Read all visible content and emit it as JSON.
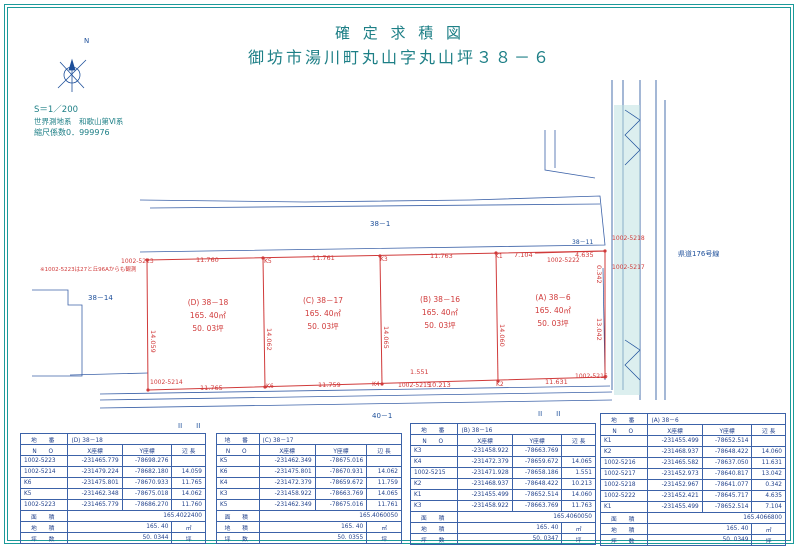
{
  "title": {
    "line1": "確 定 求 積 図",
    "line2": "御坊市湯川町丸山字丸山坪３８－６"
  },
  "meta": {
    "scale": "S＝1／200",
    "system": "世界測地系　和歌山第Ⅵ系",
    "factor": "縮尺係数0．999976"
  },
  "north": "N",
  "labels": {
    "top_lot": "38－1",
    "left_lot": "38－14",
    "bottom_road": "40－1",
    "right_road": "県道176号線",
    "note": "※1002-5223は27と丘96Aからも観測",
    "road_marks": "II　　II",
    "top_small": "38－11"
  },
  "points": {
    "p1": "1002-5223",
    "p2": "1002-5222",
    "p3": "1002-5214",
    "p4": "1002-5215",
    "p5": "1002-5216",
    "p6": "1002-5217",
    "p7": "1002-5218",
    "k1": "K1",
    "k2": "K2",
    "k3": "K3",
    "k4": "K4",
    "k5": "K5",
    "k6": "K6"
  },
  "dims": {
    "top_d": "11.760",
    "top_c": "11.761",
    "top_b": "11.763",
    "top_a": "7.104",
    "bot_d": "11.765",
    "bot_c": "11.759",
    "bot_b": "10.213",
    "bot_a": "11.631",
    "side_d": "14.059",
    "side_c": "14.062",
    "side_b": "14.065",
    "side_b2": "14.060",
    "side_a1": "0.342",
    "side_a2": "13.042",
    "k4_tick": "1.551",
    "p2_tick": "4.635"
  },
  "lots": [
    {
      "name": "(D) 38－18",
      "area": "165. 40㎡",
      "tsubo": "50. 03坪"
    },
    {
      "name": "(C) 38－17",
      "area": "165. 40㎡",
      "tsubo": "50. 03坪"
    },
    {
      "name": "(B) 38－16",
      "area": "165. 40㎡",
      "tsubo": "50. 03坪"
    },
    {
      "name": "(A) 38－6",
      "area": "165. 40㎡",
      "tsubo": "50. 03坪"
    }
  ],
  "tables": {
    "labels": {
      "chiban": "地　番",
      "no": "N　O",
      "x": "X座標",
      "y": "Y座標",
      "len": "辺 長",
      "area": "面　積",
      "chiseki": "地　積",
      "tsubo": "坪　数",
      "sqm": "㎡",
      "tsubo_unit": "坪"
    },
    "D": {
      "lot": "(D) 38－18",
      "rows": [
        [
          "1002-5223",
          "-231465.779",
          "-78698.276",
          ""
        ],
        [
          "1002-5214",
          "-231479.224",
          "-78682.180",
          "14.059"
        ],
        [
          "K6",
          "-231475.801",
          "-78670.933",
          "11.765"
        ],
        [
          "K5",
          "-231462.348",
          "-78675.018",
          "14.062"
        ],
        [
          "1002-5223",
          "-231465.779",
          "-78686.270",
          "11.760"
        ]
      ],
      "area": "165.4022400",
      "chiseki": "165. 40",
      "tsubo": "50. 0344"
    },
    "C": {
      "lot": "(C) 38－17",
      "rows": [
        [
          "K5",
          "-231462.349",
          "-78675.016",
          ""
        ],
        [
          "K6",
          "-231475.801",
          "-78670.931",
          "14.062"
        ],
        [
          "K4",
          "-231472.379",
          "-78659.672",
          "11.759"
        ],
        [
          "K3",
          "-231458.922",
          "-78663.769",
          "14.065"
        ],
        [
          "K5",
          "-231462.349",
          "-78675.016",
          "11.761"
        ]
      ],
      "area": "165.4060050",
      "chiseki": "165. 40",
      "tsubo": "50. 0355"
    },
    "B": {
      "lot": "(B) 38－16",
      "rows": [
        [
          "K3",
          "-231458.922",
          "-78663.769",
          ""
        ],
        [
          "K4",
          "-231472.379",
          "-78659.672",
          "14.065"
        ],
        [
          "1002-5215",
          "-231471.928",
          "-78658.186",
          "1.551"
        ],
        [
          "K2",
          "-231468.937",
          "-78648.422",
          "10.213"
        ],
        [
          "K1",
          "-231455.499",
          "-78652.514",
          "14.060"
        ],
        [
          "K3",
          "-231458.922",
          "-78663.769",
          "11.763"
        ]
      ],
      "area": "165.4060050",
      "chiseki": "165. 40",
      "tsubo": "50. 0347"
    },
    "A": {
      "lot": "(A) 38－6",
      "rows": [
        [
          "K1",
          "-231455.499",
          "-78652.514",
          ""
        ],
        [
          "K2",
          "-231468.937",
          "-78648.422",
          "14.060"
        ],
        [
          "1002-5216",
          "-231465.582",
          "-78637.050",
          "11.631"
        ],
        [
          "1002-5217",
          "-231452.973",
          "-78640.817",
          "13.042"
        ],
        [
          "1002-5218",
          "-231452.967",
          "-78641.077",
          "0.342"
        ],
        [
          "1002-5222",
          "-231452.421",
          "-78645.717",
          "4.635"
        ],
        [
          "K1",
          "-231455.499",
          "-78652.514",
          "7.104"
        ]
      ],
      "area": "165.4066800",
      "chiseki": "165. 40",
      "tsubo": "50. 0349"
    }
  }
}
